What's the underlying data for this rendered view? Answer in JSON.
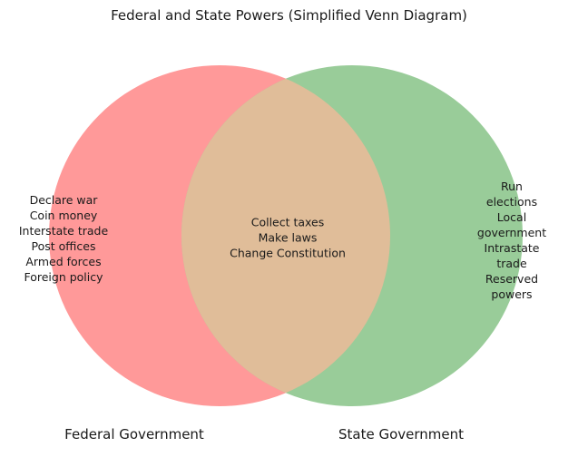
{
  "title": "Federal and State Powers (Simplified Venn Diagram)",
  "venn": {
    "left": {
      "set_label": "Federal Government",
      "color": "#ff9999",
      "items": [
        "Declare war",
        "Coin money",
        "Interstate trade",
        "Post offices",
        "Armed forces",
        "Foreign policy"
      ]
    },
    "right": {
      "set_label": "State Government",
      "color": "#99cc99",
      "items": [
        "Run elections",
        "Local government",
        "Intrastate trade",
        "Reserved powers"
      ]
    },
    "intersection": {
      "color": "#e0bd99",
      "items": [
        "Collect taxes",
        "Make laws",
        "Change Constitution"
      ]
    }
  }
}
